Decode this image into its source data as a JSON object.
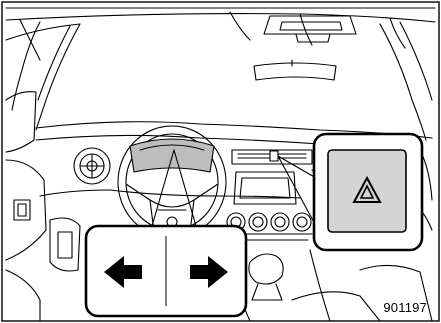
{
  "figure_id": "901197",
  "callouts": {
    "turn_signal": {
      "left_symbol": "arrow-left",
      "right_symbol": "arrow-right"
    },
    "hazard": {
      "symbol": "hazard-triangle"
    }
  },
  "colors": {
    "ink": "#000000",
    "paper": "#ffffff",
    "button": "#d4d4d4",
    "gauge": "#bdbdbd"
  }
}
